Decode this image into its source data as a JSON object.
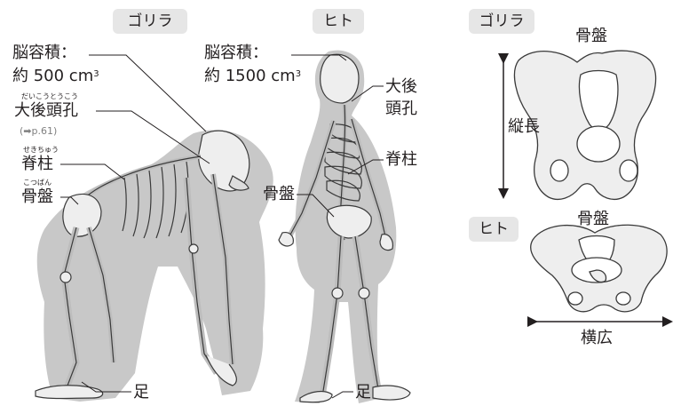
{
  "tags": {
    "gorilla_left": "ゴリラ",
    "human_left": "ヒト",
    "gorilla_right": "ゴリラ",
    "human_right": "ヒト"
  },
  "gorilla": {
    "brain_label": "脳容積：",
    "brain_value": "約 500 cm",
    "brain_unit_sup": "3",
    "foramen_ruby": "だいこうとうこう",
    "foramen_label": "大後頭孔",
    "foramen_ref": "(➡p.61)",
    "spine_ruby": "せきちゅう",
    "spine_label": "脊柱",
    "pelvis_ruby": "こつばん",
    "pelvis_label": "骨盤",
    "foot_label": "足"
  },
  "human": {
    "brain_label": "脳容積：",
    "brain_value": "約 1500 cm",
    "brain_unit_sup": "3",
    "foramen_label_1": "大後",
    "foramen_label_2": "頭孔",
    "spine_label": "脊柱",
    "pelvis_label": "骨盤",
    "foot_label": "足"
  },
  "pelvis_compare": {
    "gorilla_pelvis_label": "骨盤",
    "gorilla_dimension": "縦長",
    "human_pelvis_label": "骨盤",
    "human_dimension": "横広"
  },
  "colors": {
    "tag_bg": "#e6e6e6",
    "silhouette": "#c8c8c8",
    "bone": "#eeeeee",
    "bone_outline": "#3a3a3a",
    "leader_line": "#231f20"
  }
}
